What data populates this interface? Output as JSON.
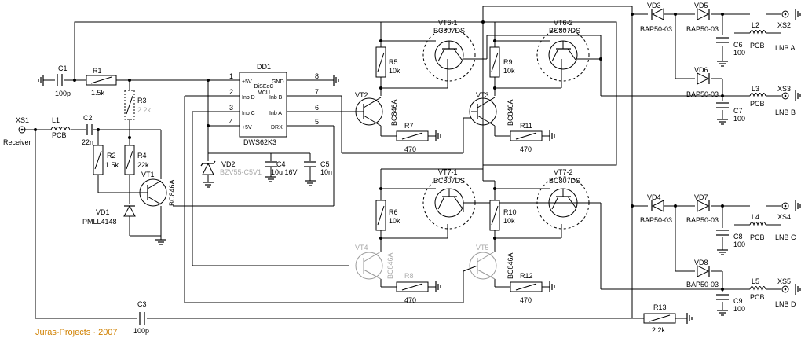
{
  "credit": "Juras-Projects · 2007",
  "labels": {
    "xs1": "XS1",
    "receiver": "Receiver",
    "c1": "C1",
    "c1_value": "100p",
    "r1": "R1",
    "r1_value": "1.5k",
    "l1": "L1",
    "l1_value": "PCB",
    "c2": "C2",
    "c2_value": "22n",
    "r3": "R3",
    "r3_value": "2.2k",
    "r2": "R2",
    "r2_value": "1.5k",
    "r4": "R4",
    "r4_value": "22k",
    "vt1": "VT1",
    "vt1_type": "BC846A",
    "vd1": "VD1",
    "vd1_type": "PMLL4148",
    "dd1": "DD1",
    "dd1_type": "DWS62K3",
    "dd1_core": "DiSEqC",
    "dd1_mcu": "MCU",
    "pin1_name": "+5V",
    "pin2_name": "Inb D",
    "pin3_name": "Inb C",
    "pin4_name": "+5V",
    "pin8_name": "GND",
    "pin7_name": "Inb B",
    "pin6_name": "Inb A",
    "pin5_name": "DRX",
    "pin1": "1",
    "pin2": "2",
    "pin3": "3",
    "pin4": "4",
    "pin8": "8",
    "pin7": "7",
    "pin6": "6",
    "pin5": "5",
    "vd2": "VD2",
    "vd2_type": "BZV55-C5V1",
    "c4": "C4",
    "c4_value": "10u 16V",
    "c5": "C5",
    "c5_value": "10n",
    "r5": "R5",
    "r5_value": "10k",
    "r9": "R9",
    "r9_value": "10k",
    "vt6_1": "VT6-1",
    "vt6_1_type": "BC807DS",
    "vt6_2": "VT6-2",
    "vt6_2_type": "BC807DS",
    "vt2": "VT2",
    "vt2_type": "BC846A",
    "vt3": "VT3",
    "vt3_type": "BC846A",
    "r7": "R7",
    "r7_value": "470",
    "r11": "R11",
    "r11_value": "470",
    "vt7_1": "VT7-1",
    "vt7_1_type": "BC807DS",
    "vt7_2": "VT7-2",
    "vt7_2_type": "BC807DS",
    "r6": "R6",
    "r6_value": "10k",
    "r10": "R10",
    "r10_value": "10k",
    "vt4": "VT4",
    "vt4_type": "BC846A",
    "vt5": "VT5",
    "vt5_type": "BC846A",
    "r8": "R8",
    "r8_value": "470",
    "r12": "R12",
    "r12_value": "470",
    "c3": "C3",
    "c3_value": "100p",
    "r13": "R13",
    "r13_value": "2.2k",
    "vd3": "VD3",
    "vd3_type": "BAP50-03",
    "vd5": "VD5",
    "vd5_type": "BAP50-03",
    "vd6": "VD6",
    "vd6_type": "BAP50-03",
    "c6": "C6",
    "c6_value": "100",
    "c7": "C7",
    "c7_value": "100",
    "l2": "L2",
    "l2_value": "PCB",
    "l3": "L3",
    "l3_value": "PCB",
    "xs2": "XS2",
    "lnb_a": "LNB A",
    "xs3": "XS3",
    "lnb_b": "LNB B",
    "vd4": "VD4",
    "vd4_type": "BAP50-03",
    "vd7": "VD7",
    "vd7_type": "BAP50-03",
    "vd8": "VD8",
    "vd8_type": "BAP50-03",
    "c8": "C8",
    "c8_value": "100",
    "c9": "C9",
    "c9_value": "100",
    "l4": "L4",
    "l4_value": "PCB",
    "l5": "L5",
    "l5_value": "PCB",
    "xs4": "XS4",
    "lnb_c": "LNB C",
    "xs5": "XS5",
    "lnb_d": "LNB D"
  }
}
